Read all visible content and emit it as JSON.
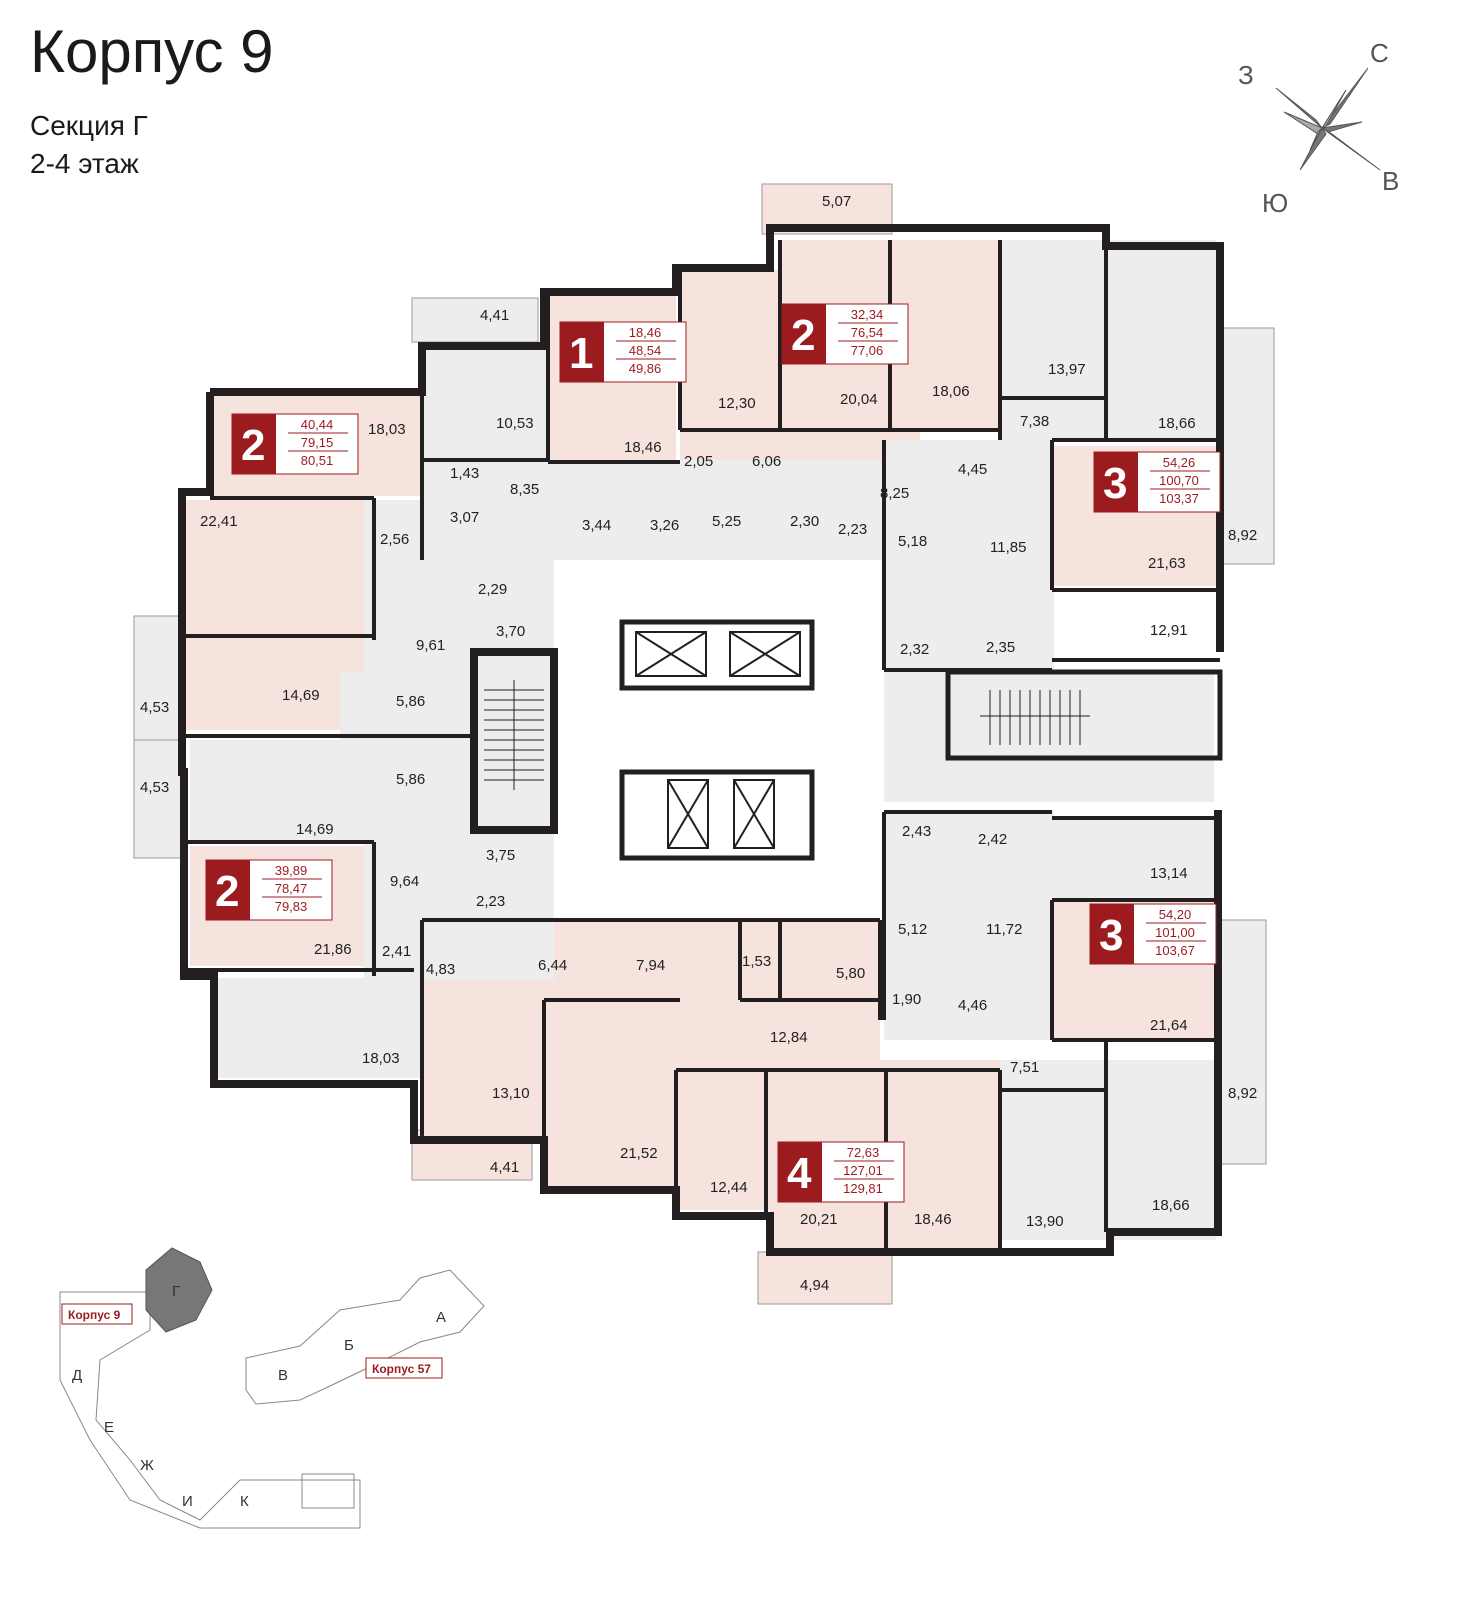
{
  "header": {
    "title": "Корпус 9",
    "section": "Секция Г",
    "floors": "2-4 этаж"
  },
  "compass": {
    "north": "С",
    "south": "Ю",
    "east": "В",
    "west": "З"
  },
  "colors": {
    "highlight_apartment": "#f6e3dd",
    "common_area": "#ededed",
    "wall": "#231f20",
    "badge": "#9c1b1f"
  },
  "apartments": [
    {
      "rooms": "1",
      "living": "18,46",
      "total": "48,54",
      "total_balcony": "49,86"
    },
    {
      "rooms": "2",
      "living": "32,34",
      "total": "76,54",
      "total_balcony": "77,06"
    },
    {
      "rooms": "2",
      "living": "40,44",
      "total": "79,15",
      "total_balcony": "80,51"
    },
    {
      "rooms": "3",
      "living": "54,26",
      "total": "100,70",
      "total_balcony": "103,37"
    },
    {
      "rooms": "2",
      "living": "39,89",
      "total": "78,47",
      "total_balcony": "79,83"
    },
    {
      "rooms": "3",
      "living": "54,20",
      "total": "101,00",
      "total_balcony": "103,67"
    },
    {
      "rooms": "4",
      "living": "72,63",
      "total": "127,01",
      "total_balcony": "129,81"
    }
  ],
  "room_areas": [
    "5,07",
    "4,41",
    "10,53",
    "1,43",
    "8,35",
    "3,07",
    "3,44",
    "3,26",
    "18,46",
    "12,30",
    "2,05",
    "6,06",
    "5,25",
    "2,30",
    "2,23",
    "20,04",
    "18,06",
    "8,25",
    "13,97",
    "7,38",
    "4,45",
    "11,85",
    "5,18",
    "18,66",
    "21,63",
    "8,92",
    "12,91",
    "2,32",
    "2,35",
    "18,03",
    "22,41",
    "2,56",
    "2,29",
    "3,70",
    "9,61",
    "4,53",
    "14,69",
    "5,86",
    "5,86",
    "4,53",
    "14,69",
    "3,75",
    "9,64",
    "2,23",
    "2,41",
    "21,86",
    "4,83",
    "6,44",
    "7,94",
    "1,53",
    "5,80",
    "2,43",
    "2,42",
    "13,14",
    "5,12",
    "11,72",
    "1,90",
    "4,46",
    "21,64",
    "12,84",
    "18,03",
    "13,10",
    "7,51",
    "8,92",
    "4,41",
    "21,52",
    "12,44",
    "20,21",
    "18,46",
    "13,90",
    "18,66",
    "4,94"
  ],
  "site_plan": {
    "current_section": "Г",
    "building_label": "Корпус 9",
    "other_building": "Корпус 57",
    "sections": [
      "А",
      "Б",
      "В",
      "Д",
      "Е",
      "Ж",
      "И",
      "К"
    ]
  }
}
